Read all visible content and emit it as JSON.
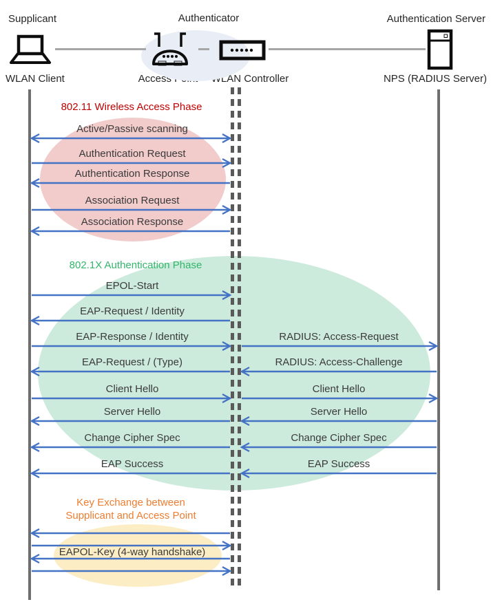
{
  "header": {
    "supplicant": "Supplicant",
    "authenticator": "Authenticator",
    "auth_server": "Authentication Server"
  },
  "nodes": {
    "wlan_client": "WLAN Client",
    "access_point": "Access Point",
    "wlan_controller": "WLAN Controller",
    "nps": "NPS (RADIUS Server)"
  },
  "phases": [
    {
      "title": "802.11 Wireless Access Phase",
      "title_color": "#C00000",
      "fill": "#F2CBCB"
    },
    {
      "title": "802.1X Authentication Phase",
      "title_color": "#33B56B",
      "fill": "#CDEBDC"
    },
    {
      "title_lines": [
        "Key Exchange between",
        "Supplicant and Access Point"
      ],
      "title_color": "#ED7D31",
      "fill": "#FCEDC5"
    }
  ],
  "colors": {
    "arrow": "#4472C4",
    "lifeline": "#6E6E6E",
    "dashed_lifeline": "#5A5A5A",
    "connector": "#A6A6A6",
    "message_text": "#3A3A3A",
    "icon_ellipse": "#E9EDF6"
  },
  "messages": [
    {
      "label": "Active/Passive scanning",
      "lane": "client-controller",
      "direction": "both"
    },
    {
      "label": "Authentication Request",
      "lane": "client-controller",
      "direction": "right"
    },
    {
      "label": "Authentication Response",
      "lane": "client-controller",
      "direction": "left"
    },
    {
      "label": "Association Request",
      "lane": "client-controller",
      "direction": "right"
    },
    {
      "label": "Association Response",
      "lane": "client-controller",
      "direction": "left"
    },
    {
      "label": "EPOL-Start",
      "lane": "client-controller",
      "direction": "right"
    },
    {
      "label": "EAP-Request / Identity",
      "lane": "client-controller",
      "direction": "left"
    },
    {
      "label": "EAP-Response / Identity",
      "lane": "client-controller",
      "direction": "right"
    },
    {
      "label": "RADIUS: Access-Request",
      "lane": "controller-server",
      "direction": "right"
    },
    {
      "label": "EAP-Request / (Type)",
      "lane": "client-controller",
      "direction": "left"
    },
    {
      "label": "RADIUS: Access-Challenge",
      "lane": "controller-server",
      "direction": "left"
    },
    {
      "label": "Client Hello",
      "lane": "client-controller",
      "direction": "right"
    },
    {
      "label": "Client Hello",
      "lane": "controller-server",
      "direction": "right"
    },
    {
      "label": "Server Hello",
      "lane": "client-controller",
      "direction": "left"
    },
    {
      "label": "Server Hello",
      "lane": "controller-server",
      "direction": "left"
    },
    {
      "label": "Change Cipher Spec",
      "lane": "client-controller",
      "direction": "left"
    },
    {
      "label": "Change Cipher Spec",
      "lane": "controller-server",
      "direction": "left"
    },
    {
      "label": "EAP Success",
      "lane": "client-controller",
      "direction": "left"
    },
    {
      "label": "EAP Success",
      "lane": "controller-server",
      "direction": "left"
    },
    {
      "label": "",
      "lane": "client-controller",
      "direction": "left"
    },
    {
      "label": "",
      "lane": "client-controller",
      "direction": "right"
    },
    {
      "label": "EAPOL-Key (4-way handshake)",
      "lane": "client-controller",
      "direction": "left"
    },
    {
      "label": "",
      "lane": "client-controller",
      "direction": "right"
    }
  ]
}
